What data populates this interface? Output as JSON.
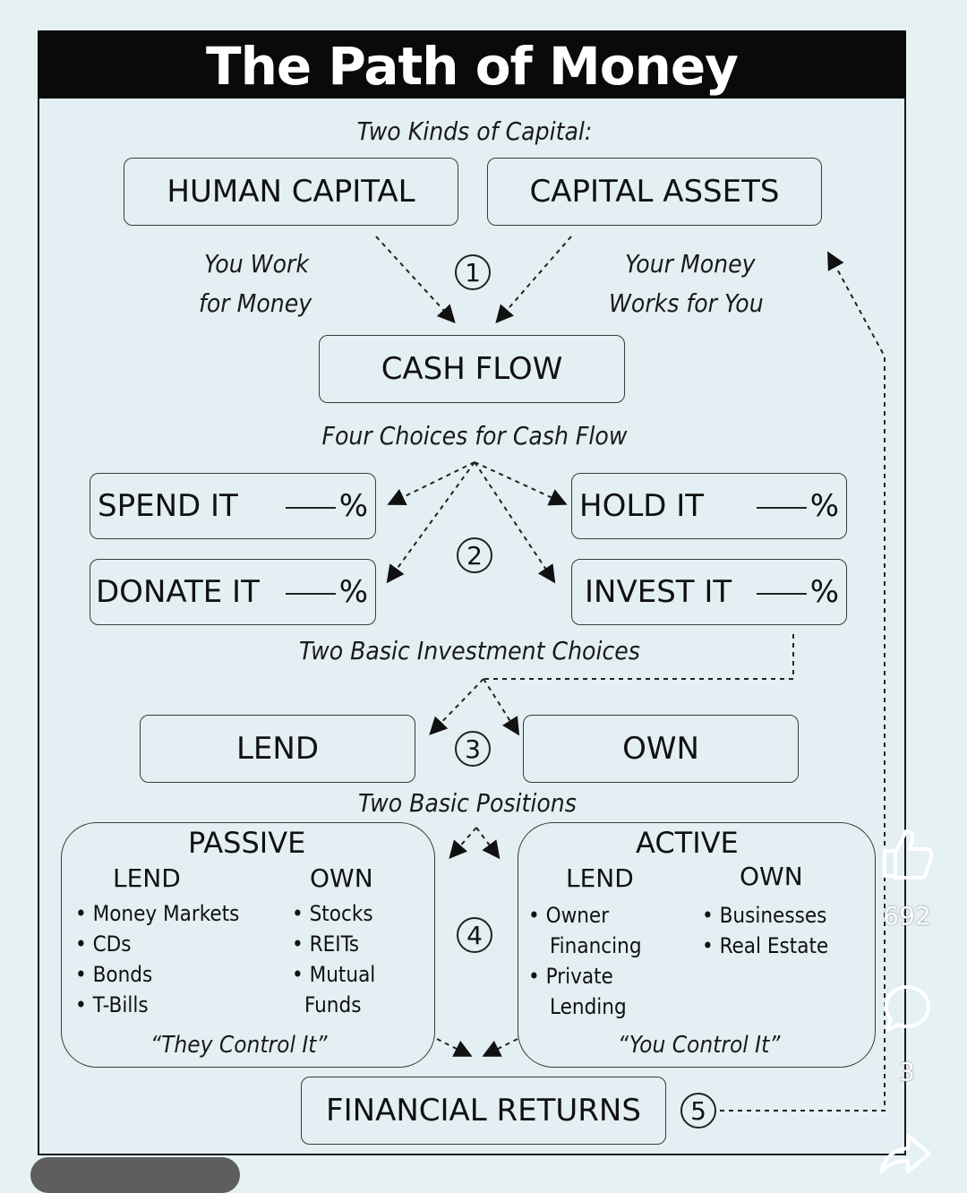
{
  "title": "The Path of Money",
  "kinds_label": "Two Kinds of Capital:",
  "human_capital": "HUMAN CAPITAL",
  "capital_assets": "CAPITAL ASSETS",
  "you_work_1": "You Work",
  "you_work_2": "for Money",
  "your_money_1": "Your Money",
  "your_money_2": "Works for You",
  "cash_flow": "CASH FLOW",
  "four_choices": "Four Choices for Cash Flow",
  "spend": "SPEND IT",
  "hold": "HOLD IT",
  "donate": "DONATE IT",
  "invest": "INVEST IT",
  "percent": "%",
  "two_basic_invest": "Two Basic Investment Choices",
  "lend": "LEND",
  "own": "OWN",
  "two_positions": "Two Basic Positions",
  "passive": {
    "title": "PASSIVE",
    "lend": "LEND",
    "own": "OWN",
    "lend_items": [
      "• Money Markets",
      "• CDs",
      "• Bonds",
      "• T-Bills"
    ],
    "own_items": [
      "• Stocks",
      "• REITs",
      "• Mutual",
      "Funds"
    ],
    "caption": "“They Control It”"
  },
  "active": {
    "title": "ACTIVE",
    "lend": "LEND",
    "own": "OWN",
    "lend_items": [
      "• Owner",
      "Financing",
      "•  Private",
      "Lending"
    ],
    "own_items": [
      "• Businesses",
      "• Real Estate"
    ],
    "caption": "“You Control It”"
  },
  "financial_returns": "FINANCIAL RETURNS",
  "steps": [
    "1",
    "2",
    "3",
    "4",
    "5"
  ],
  "social": {
    "likes": "692",
    "comments": "3"
  },
  "icons": [
    "thumbs-up-icon",
    "comment-icon",
    "share-icon"
  ]
}
